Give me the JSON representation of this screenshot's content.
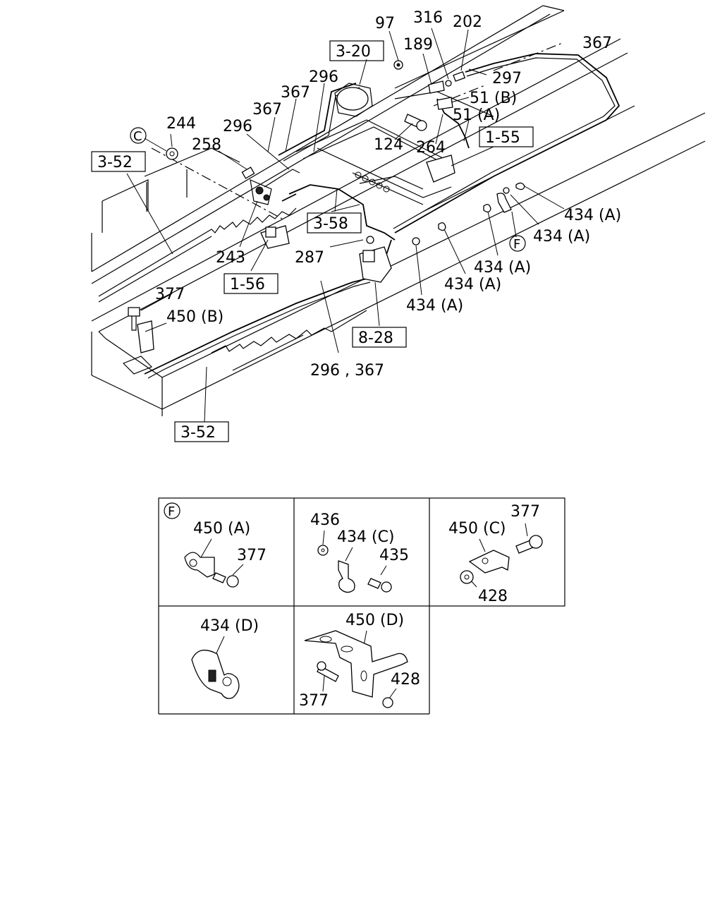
{
  "callouts": {
    "p97": "97",
    "p316": "316",
    "p202": "202",
    "p367a": "367",
    "p189": "189",
    "p297": "297",
    "p51b": "51 (B)",
    "p51a": "51 (A)",
    "p296a": "296",
    "p367b": "367",
    "p367c": "367",
    "p296b": "296",
    "p244": "244",
    "p258": "258",
    "p124": "124",
    "p264": "264",
    "p434a1": "434 (A)",
    "p434a2": "434 (A)",
    "p434a3": "434 (A)",
    "p434a4": "434 (A)",
    "p434a5": "434 (A)",
    "p243": "243",
    "p287": "287",
    "p377": "377",
    "p450b": "450 (B)",
    "p296_367": "296 , 367"
  },
  "refs": {
    "r3_20": "3-20",
    "r1_55": "1-55",
    "r3_52a": "3-52",
    "r3_58": "3-58",
    "r1_56": "1-56",
    "r8_28": "8-28",
    "r3_52b": "3-52"
  },
  "circles": {
    "c": "C",
    "f": "F",
    "f2": "F"
  },
  "details": {
    "d1": {
      "a": "450 (A)",
      "b": "377"
    },
    "d2": {
      "a": "436",
      "b": "434 (C)",
      "c": "435"
    },
    "d3": {
      "a": "450 (C)",
      "b": "377",
      "c": "428"
    },
    "d4": {
      "a": "434 (D)"
    },
    "d5": {
      "a": "450 (D)",
      "b": "428",
      "c": "377"
    }
  }
}
